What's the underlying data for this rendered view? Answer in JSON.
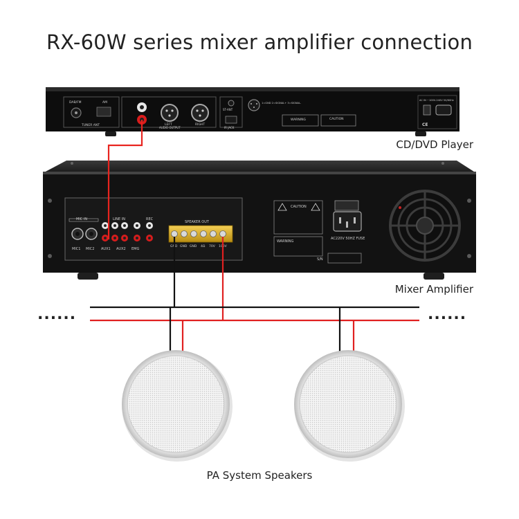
{
  "title": "RX-60W series mixer amplifier connection",
  "captions": {
    "cd_player": "CD/DVD Player",
    "amplifier": "Mixer Amplifier",
    "speakers": "PA System Speakers"
  },
  "cd_panel": {
    "labels": {
      "antenna": "DAB/FM",
      "am": "AM",
      "tuner": "TUNER ANT",
      "audio_output": "AUDIO OUTPUT",
      "left": "LEFT",
      "right": "RIGHT",
      "st_ant": "ST-ANT",
      "ir_jack": "IR JACK",
      "din": "1=GND 2=SIGNAL+ 3=SIGNAL-",
      "warning": "WARNING",
      "caution": "CAUTION",
      "power": "AC IN ~100V-240V 50/60Hz",
      "ce": "CE"
    }
  },
  "amp_panel": {
    "groups": {
      "mic_in": "MIC IN",
      "line_in": "LINE IN",
      "rec": "REC"
    },
    "jacks": [
      "MIC1",
      "MIC2",
      "AUX1",
      "AUX2",
      "EMG"
    ],
    "speaker_out": "SPEAKER OUT",
    "terminals": [
      "GND",
      "GND",
      "GND",
      "4Ω",
      "70V",
      "100V"
    ],
    "caution": "CAUTION",
    "warning": "WARNING",
    "fuse": "AC220V 50HZ FUSE",
    "sn": "S/N"
  },
  "wiring": {
    "colors": {
      "ground": "#111111",
      "signal": "#e02020",
      "cable_red": "#e8241f"
    },
    "ellipsis": "......"
  }
}
